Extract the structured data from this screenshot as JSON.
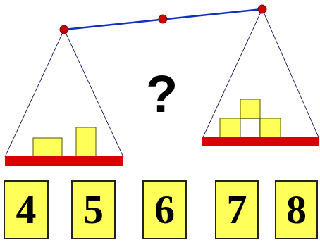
{
  "diagram": {
    "nodes": [
      {
        "text": [
          "4"
        ]
      },
      {
        "text": [
          "5"
        ]
      },
      {
        "text": [
          "6"
        ]
      },
      {
        "text": [
          "7"
        ]
      },
      {
        "text": [
          "8"
        ]
      }
    ],
    "labels": [
      "?"
    ]
  }
}
